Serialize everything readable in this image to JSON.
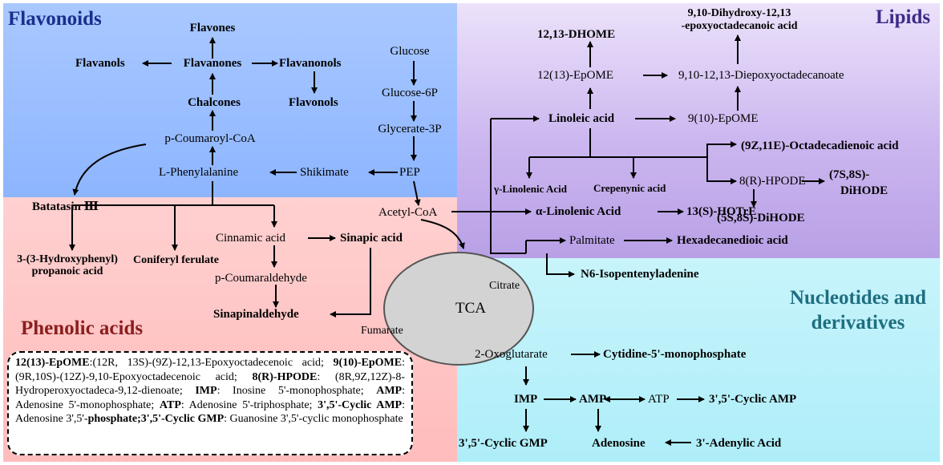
{
  "categories": {
    "flavonoids": "Flavonoids",
    "lipids": "Lipids",
    "nucleotides_line1": "Nucleotides and",
    "nucleotides_line2": "derivatives",
    "phenolic": "Phenolic acids"
  },
  "nodes": {
    "flavones": "Flavones",
    "flavanols": "Flavanols",
    "flavanones": "Flavanones",
    "flavanonols": "Flavanonols",
    "flavonols": "Flavonols",
    "chalcones": "Chalcones",
    "p_coumaroyl_coa": "p-Coumaroyl-CoA",
    "l_phenylalanine": "L-Phenylalanine",
    "shikimate": "Shikimate",
    "pep": "PEP",
    "glucose": "Glucose",
    "glucose_6p": "Glucose-6P",
    "glycerate_3p": "Glycerate-3P",
    "acetyl_coa": "Acetyl-CoA",
    "batatasin": "Batatasin Ⅲ",
    "hydroxyphenyl_1": "3-(3-Hydroxyphenyl)",
    "hydroxyphenyl_2": "propanoic acid",
    "coniferyl_ferulate": "Coniferyl ferulate",
    "cinnamic_acid": "Cinnamic acid",
    "sinapic_acid": "Sinapic acid",
    "p_coumaraldehyde": "p-Coumaraldehyde",
    "sinapinaldehyde": "Sinapinaldehyde",
    "tca": "TCA",
    "citrate": "Citrate",
    "fumarate": "Fumarate",
    "oxoglutarate": "2-Oxoglutarate",
    "dhome": "12,13-DHOME",
    "dihydroxy_1": "9,10-Dihydroxy-12,13",
    "dihydroxy_2": "-epoxyoctadecanoic acid",
    "epome_12_13": "12(13)-EpOME",
    "diepoxy": "9,10-12,13-Diepoxyoctadecanoate",
    "linoleic_acid": "Linoleic acid",
    "epome_9_10": "9(10)-EpOME",
    "octadecadienoic": "(9Z,11E)-Octadecadienoic acid",
    "gamma_linolenic": "γ-Linolenic Acid",
    "crepenynic": "Crepenynic acid",
    "hpode": "8(R)-HPODE",
    "dihode_7s8s_1": "(7S,8S)-",
    "dihode_7s8s_2": "DiHODE",
    "dihode_5s8s": "(5S,8S)-DiHODE",
    "alpha_linolenic": "α-Linolenic Acid",
    "hotre": "13(S)-HOTrE",
    "palmitate": "Palmitate",
    "hexadecanedioic": "Hexadecanedioic acid",
    "isopentenyladenine": "N6-Isopentenyladenine",
    "cytidine_mp": "Cytidine-5'-monophosphate",
    "imp": "IMP",
    "amp": "AMP",
    "atp": "ATP",
    "cyclic_amp": "3',5'-Cyclic AMP",
    "cyclic_gmp": "3',5'-Cyclic GMP",
    "adenosine": "Adenosine",
    "adenylic_acid": "3'-Adenylic Acid"
  },
  "legend": {
    "l1": "12(13)-EpOME",
    "d1": ":(12R, 13S)-(9Z)-12,13-Epoxyoctadecenoic acid; ",
    "l2": "9(10)-EpOME",
    "d2": ": (9R,10S)-(12Z)-9,10-Epoxyoctadecenoic acid; ",
    "l3": "8(R)-HPODE",
    "d3": ": (8R,9Z,12Z)-8-Hydroperoxyoctadeca-9,12-dienoate; ",
    "l4": "IMP",
    "d4": ": Inosine 5'-monophosphate; ",
    "l5": "AMP",
    "d5": ": Adenosine 5'-monophosphate; ",
    "l6": "ATP",
    "d6": ": Adenosine 5'-triphosphate; ",
    "l7": "3',5'-Cyclic AMP",
    "d7": ": Adenosine 3',5'-",
    "l8": "phosphate;3',5'-Cyclic GMP",
    "d8": ": Guanosine 3',5'-cyclic monophosphate"
  },
  "colors": {
    "flavonoids_bg": "#8db5ff",
    "lipids_bg": "#cbb6ef",
    "nucleotides_bg": "#aeeef9",
    "phenolic_bg": "#ffbcbc",
    "flavonoids_title": "#1a2f8c",
    "lipids_title": "#3c2b87",
    "nucleotides_title": "#1f6e80",
    "phenolic_title": "#8b1e1e"
  }
}
